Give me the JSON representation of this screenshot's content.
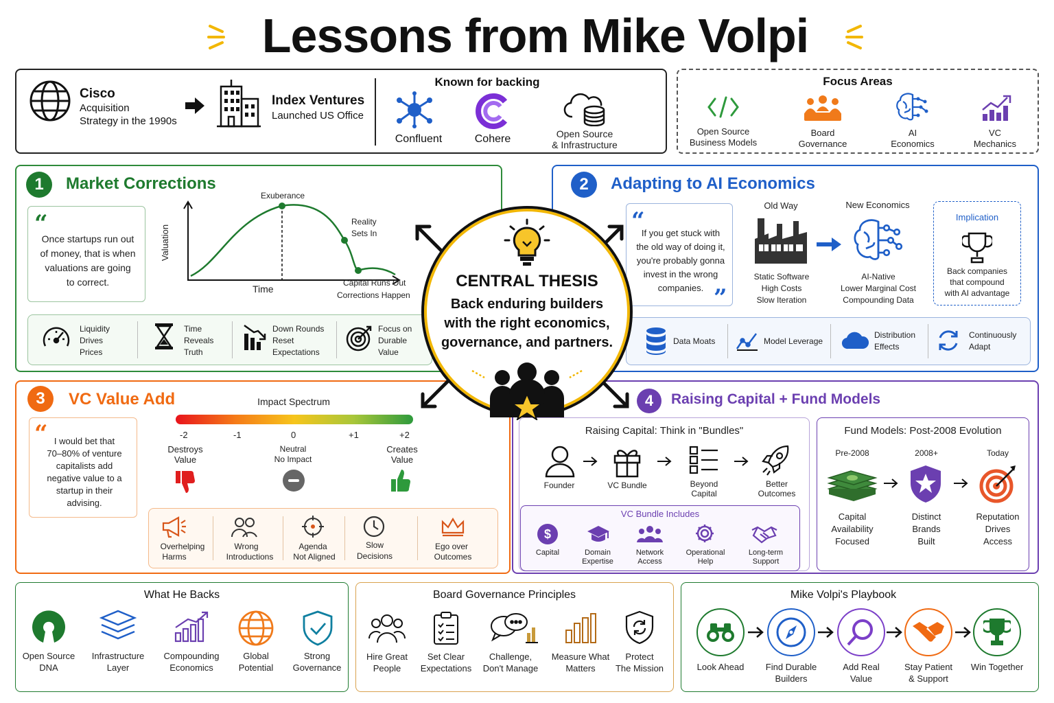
{
  "title": "Lessons from Mike Volpi",
  "colors": {
    "green": "#1e7a2e",
    "blue": "#1f5fc8",
    "orange": "#f06a12",
    "purple": "#6b3fb0",
    "gold": "#f2b705"
  },
  "top": {
    "cisco": {
      "title": "Cisco",
      "line1": "Acquisition",
      "line2": "Strategy in the 1990s"
    },
    "index": {
      "title": "Index Ventures",
      "line1": "Launched US Office"
    },
    "known": {
      "title": "Known for backing",
      "items": [
        {
          "label": "Confluent",
          "icon": "confluent-icon"
        },
        {
          "label": "Cohere",
          "icon": "cohere-icon"
        },
        {
          "label1": "Open Source",
          "label2": "& Infrastructure",
          "icon": "cloud-database-icon"
        }
      ]
    }
  },
  "focus": {
    "title": "Focus Areas",
    "items": [
      {
        "l1": "Open Source",
        "l2": "Business Models"
      },
      {
        "l1": "Board",
        "l2": "Governance"
      },
      {
        "l1": "AI",
        "l2": "Economics"
      },
      {
        "l1": "VC",
        "l2": "Mechanics"
      }
    ]
  },
  "s1": {
    "num": "1",
    "title": "Market Corrections",
    "quote": [
      "Once startups run out",
      "of money, that is when",
      "valuations are going",
      "to correct."
    ],
    "chart": {
      "ylabel": "Valuation",
      "xlabel": "Time",
      "peak": "Exuberance",
      "reality1": "Reality",
      "reality2": "Sets In",
      "runs1": "Capital Runs Out",
      "runs2": "Corrections Happen"
    },
    "items": [
      {
        "l": [
          "Liquidity",
          "Drives",
          "Prices"
        ]
      },
      {
        "l": [
          "Time",
          "Reveals",
          "Truth"
        ]
      },
      {
        "l": [
          "Down Rounds",
          "Reset",
          "Expectations"
        ]
      },
      {
        "l": [
          "Focus on",
          "Durable",
          "Value"
        ]
      }
    ]
  },
  "s2": {
    "num": "2",
    "title": "Adapting to AI Economics",
    "quote": [
      "If you get stuck with",
      "the old way of doing it,",
      "you're probably gonna",
      "invest in the wrong",
      "companies."
    ],
    "old": {
      "title": "Old Way",
      "l": [
        "Static Software",
        "High Costs",
        "Slow Iteration"
      ]
    },
    "new": {
      "title": "New Economics",
      "l": [
        "AI-Native",
        "Lower Marginal Cost",
        "Compounding Data"
      ]
    },
    "impl": {
      "title": "Implication",
      "l": [
        "Back companies",
        "that compound",
        "with AI advantage"
      ]
    },
    "items": [
      {
        "l": [
          "Data Moats"
        ]
      },
      {
        "l": [
          "Model Leverage"
        ]
      },
      {
        "l": [
          "Distribution",
          "Effects"
        ]
      },
      {
        "l": [
          "Continuously",
          "Adapt"
        ]
      }
    ]
  },
  "center": {
    "heading": "CENTRAL THESIS",
    "l": [
      "Back enduring builders",
      "with the right economics,",
      "governance, and partners."
    ]
  },
  "s3": {
    "num": "3",
    "title": "VC Value Add",
    "quote": [
      "I would bet that",
      "70–80% of venture",
      "capitalists add",
      "negative value to a",
      "startup in their",
      "advising."
    ],
    "spectrum": {
      "title": "Impact Spectrum",
      "ticks": [
        "-2",
        "-1",
        "0",
        "+1",
        "+2"
      ],
      "left": [
        "Destroys",
        "Value"
      ],
      "mid": [
        "Neutral",
        "No Impact"
      ],
      "right": [
        "Creates",
        "Value"
      ]
    },
    "items": [
      {
        "l": [
          "Overhelping",
          "Harms"
        ]
      },
      {
        "l": [
          "Wrong",
          "Introductions"
        ]
      },
      {
        "l": [
          "Agenda",
          "Not Aligned"
        ]
      },
      {
        "l": [
          "Slow",
          "Decisions"
        ]
      },
      {
        "l": [
          "Ego over",
          "Outcomes"
        ]
      }
    ]
  },
  "s4": {
    "num": "4",
    "title": "Raising Capital + Fund Models",
    "bundles": {
      "title": "Raising Capital: Think in \"Bundles\"",
      "steps": [
        {
          "l": [
            "Founder"
          ]
        },
        {
          "l": [
            "VC Bundle"
          ]
        },
        {
          "l": [
            "Beyond",
            "Capital"
          ]
        },
        {
          "l": [
            "Better",
            "Outcomes"
          ]
        }
      ]
    },
    "vcb": {
      "title": "VC Bundle Includes",
      "items": [
        {
          "l": [
            "Capital"
          ]
        },
        {
          "l": [
            "Domain",
            "Expertise"
          ]
        },
        {
          "l": [
            "Network",
            "Access"
          ]
        },
        {
          "l": [
            "Operational",
            "Help"
          ]
        },
        {
          "l": [
            "Long-term",
            "Support"
          ]
        }
      ]
    },
    "fund": {
      "title": "Fund Models: Post-2008 Evolution",
      "cols": [
        {
          "h": "Pre-2008",
          "l": [
            "Capital",
            "Availability",
            "Focused"
          ]
        },
        {
          "h": "2008+",
          "l": [
            "Distinct",
            "Brands",
            "Built"
          ]
        },
        {
          "h": "Today",
          "l": [
            "Reputation",
            "Drives",
            "Access"
          ]
        }
      ]
    }
  },
  "backs": {
    "title": "What He Backs",
    "items": [
      {
        "l": [
          "Open Source",
          "DNA"
        ]
      },
      {
        "l": [
          "Infrastructure",
          "Layer"
        ]
      },
      {
        "l": [
          "Compounding",
          "Economics"
        ]
      },
      {
        "l": [
          "Global",
          "Potential"
        ]
      },
      {
        "l": [
          "Strong",
          "Governance"
        ]
      }
    ]
  },
  "board": {
    "title": "Board Governance Principles",
    "items": [
      {
        "l": [
          "Hire Great",
          "People"
        ]
      },
      {
        "l": [
          "Set Clear",
          "Expectations"
        ]
      },
      {
        "l": [
          "Challenge,",
          "Don't Manage"
        ]
      },
      {
        "l": [
          "Measure What",
          "Matters"
        ]
      },
      {
        "l": [
          "Protect",
          "The Mission"
        ]
      }
    ]
  },
  "play": {
    "title": "Mike Volpi's Playbook",
    "items": [
      {
        "l": [
          "Look Ahead"
        ]
      },
      {
        "l": [
          "Find Durable",
          "Builders"
        ]
      },
      {
        "l": [
          "Add Real",
          "Value"
        ]
      },
      {
        "l": [
          "Stay Patient",
          "& Support"
        ]
      },
      {
        "l": [
          "Win Together"
        ]
      }
    ]
  }
}
